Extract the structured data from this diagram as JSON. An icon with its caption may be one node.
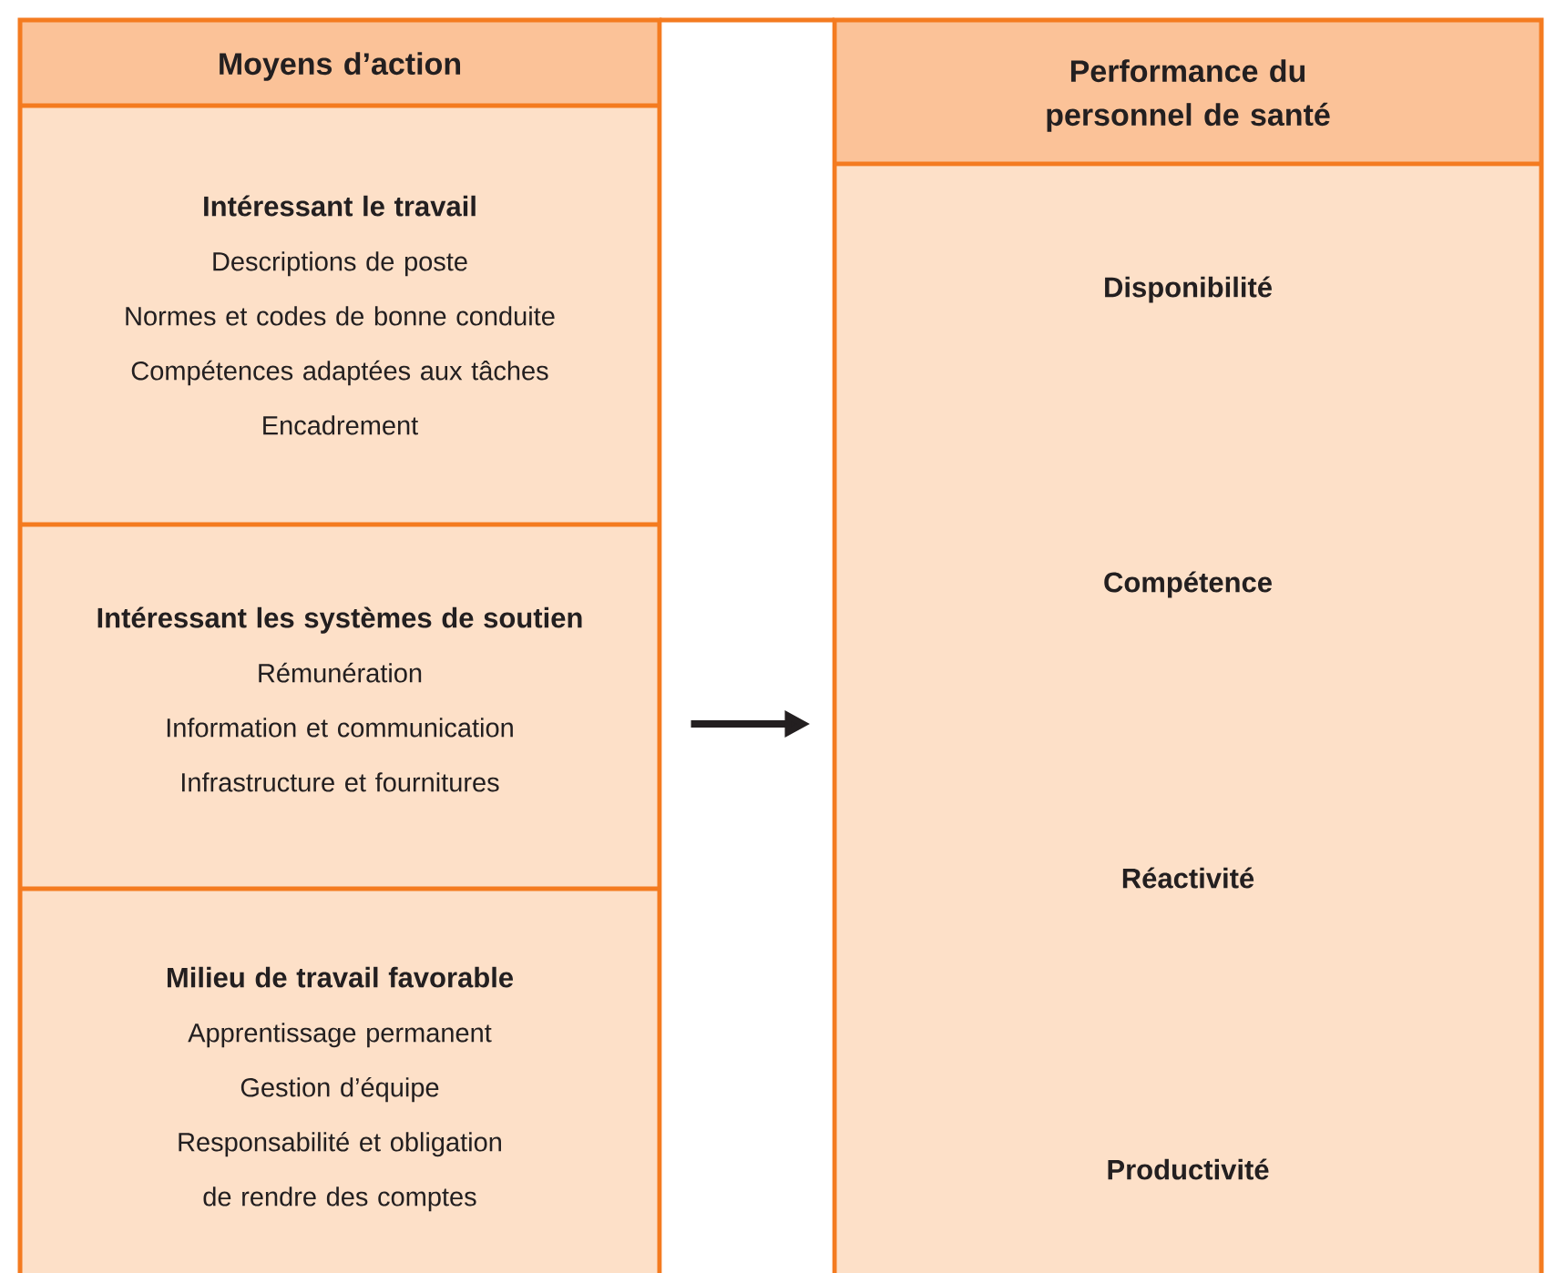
{
  "diagram": {
    "nodes": [
      {
        "text": [
          "Moyens d’action"
        ]
      },
      {
        "text": [
          "Intéressant le travail",
          "Descriptions de poste",
          "Normes et codes de bonne conduite",
          "Compétences adaptées aux tâches",
          "Encadrement"
        ],
        "in": 0
      },
      {
        "text": [
          "Intéressant les systèmes de soutien",
          "Rémunération",
          "Information et communication",
          "Infrastructure et fournitures"
        ],
        "in": 0
      },
      {
        "text": [
          "Milieu de travail favorable",
          "Apprentissage permanent",
          "Gestion d’équipe",
          "Responsabilité et obligation de rendre des comptes"
        ],
        "in": 0
      },
      {
        "text": [
          "Performance du personnel de santé",
          "Disponibilité",
          "Compétence",
          "Réactivité",
          "Productivité"
        ]
      }
    ],
    "edges": [
      {
        "from": 0,
        "to": 4,
        "arrow": "to"
      }
    ]
  }
}
